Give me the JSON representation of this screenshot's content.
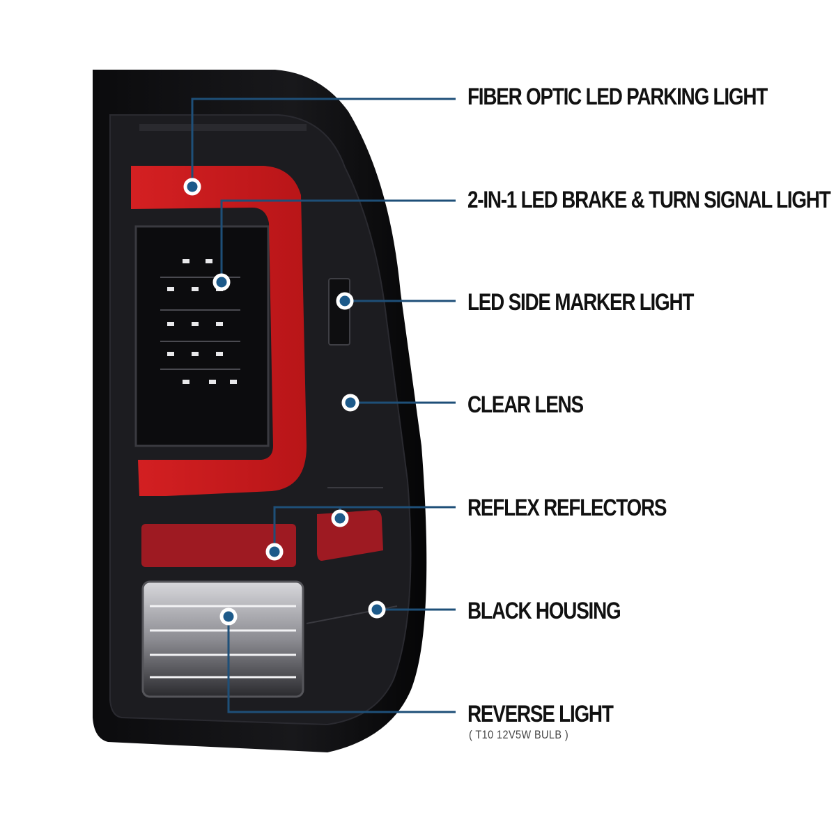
{
  "callouts": [
    {
      "id": "fiber-optic-led-parking-light",
      "label": "FIBER OPTIC LED PARKING LIGHT"
    },
    {
      "id": "led-brake-turn-signal-light",
      "label": "2-IN-1 LED BRAKE & TURN SIGNAL LIGHT"
    },
    {
      "id": "led-side-marker-light",
      "label": "LED SIDE MARKER LIGHT"
    },
    {
      "id": "clear-lens",
      "label": "CLEAR LENS"
    },
    {
      "id": "reflex-reflectors",
      "label": "REFLEX REFLECTORS"
    },
    {
      "id": "black-housing",
      "label": "BLACK HOUSING"
    },
    {
      "id": "reverse-light",
      "label": "REVERSE LIGHT",
      "sublabel": "( T10 12V5W BULB )"
    }
  ],
  "colors": {
    "leader_line": "#1e4f78",
    "marker": "#1d5a8a",
    "light_bar": "#c8191c",
    "housing": "#101012",
    "reflector": "#9e1a22"
  }
}
